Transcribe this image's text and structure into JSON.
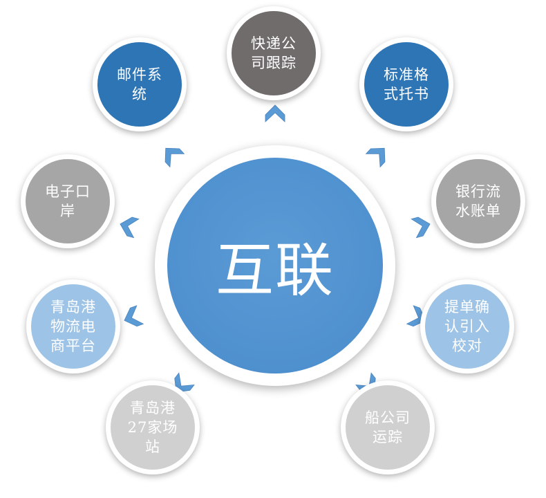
{
  "hub": {
    "label": "互联"
  },
  "nodes": [
    {
      "key": "express",
      "label": "快递公司跟踪",
      "color": "#706c6c"
    },
    {
      "key": "standard-format",
      "label": "标准格式托书",
      "color": "#2e75b6"
    },
    {
      "key": "bank",
      "label": "银行流水账单",
      "color": "#a6a6a6"
    },
    {
      "key": "bill-import",
      "label": "提单确认引入校对",
      "color": "#9dc3e6"
    },
    {
      "key": "shipping",
      "label": "船公司运踪",
      "color": "#d0d0d0"
    },
    {
      "key": "yard",
      "label": "青岛港27家场站",
      "color": "#d0d0d0"
    },
    {
      "key": "ecommerce",
      "label": "青岛港物流电商平台",
      "color": "#9dc3e6"
    },
    {
      "key": "port",
      "label": "电子口岸",
      "color": "#a6a6a6"
    },
    {
      "key": "mail",
      "label": "邮件系统",
      "color": "#2e75b6"
    }
  ],
  "connector_color": "#5b9bd5"
}
